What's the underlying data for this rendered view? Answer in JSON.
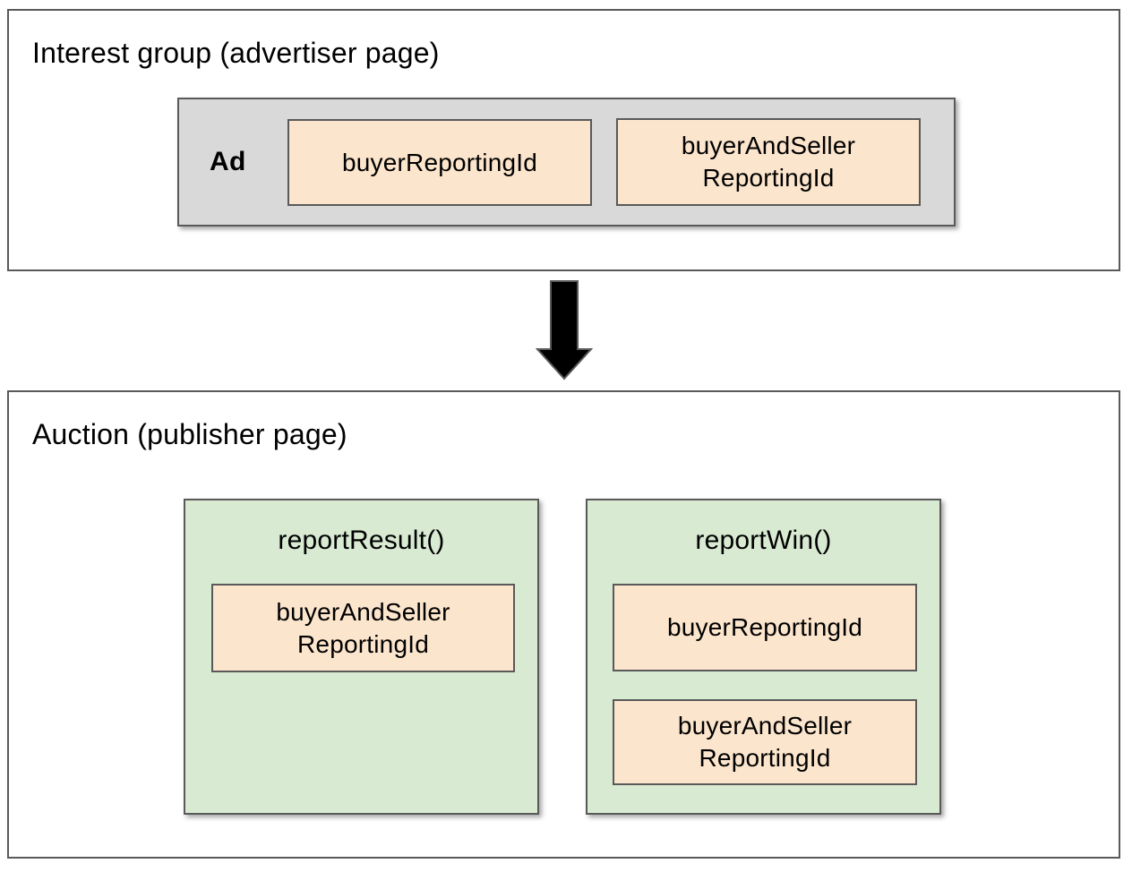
{
  "colors": {
    "outer_border": "#595959",
    "ad_container_fill": "#d9d9d9",
    "id_box_fill": "#fce5cd",
    "function_box_fill": "#d9ead3",
    "arrow_fill": "#000000",
    "arrow_outline": "#595959"
  },
  "interest_group": {
    "title": "Interest group (advertiser page)",
    "ad": {
      "label": "Ad",
      "id_boxes": [
        {
          "lines": [
            "buyerReportingId",
            ""
          ]
        },
        {
          "lines": [
            "buyerAndSeller",
            "ReportingId"
          ]
        }
      ]
    }
  },
  "arrow": {
    "direction": "down"
  },
  "auction": {
    "title": "Auction (publisher page)",
    "functions": [
      {
        "name": "reportResult()",
        "id_boxes": [
          {
            "lines": [
              "buyerAndSeller",
              "ReportingId"
            ]
          }
        ]
      },
      {
        "name": "reportWin()",
        "id_boxes": [
          {
            "lines": [
              "buyerReportingId",
              ""
            ]
          },
          {
            "lines": [
              "buyerAndSeller",
              "ReportingId"
            ]
          }
        ]
      }
    ]
  }
}
